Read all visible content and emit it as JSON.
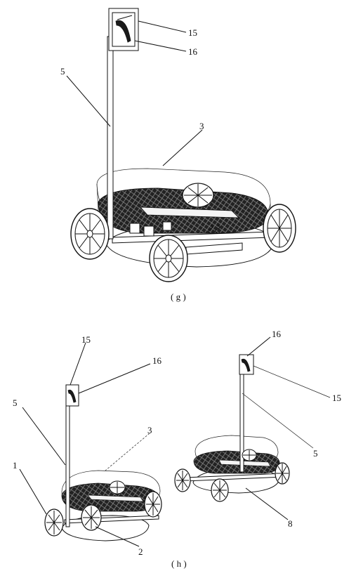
{
  "figure_g": {
    "caption": "( g )",
    "labels": {
      "l15": "15",
      "l16": "16",
      "l5": "5",
      "l3": "3"
    }
  },
  "figure_h": {
    "caption": "( h )",
    "left": {
      "l15": "15",
      "l16": "16",
      "l5": "5",
      "l3": "3",
      "l1": "1",
      "l2": "2"
    },
    "right": {
      "l16": "16",
      "l15": "15",
      "l5": "5",
      "l8": "8"
    }
  }
}
